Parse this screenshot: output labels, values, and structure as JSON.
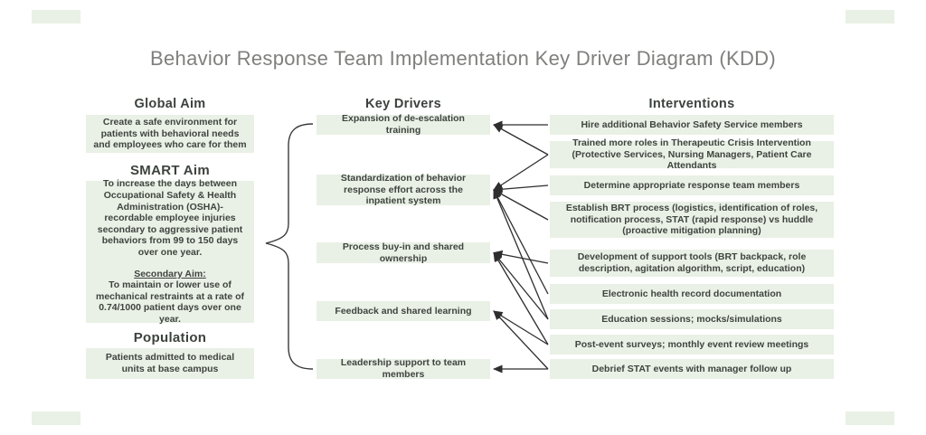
{
  "title": "Behavior Response Team Implementation Key Driver Diagram (KDD)",
  "left_column": {
    "global_aim": {
      "heading": "Global Aim",
      "body": "Create a safe environment for patients with behavioral needs and employees who care for them"
    },
    "smart_aim": {
      "heading": "SMART Aim",
      "body": "To increase the days between Occupational Safety & Health Administration (OSHA)-recordable employee injuries secondary to aggressive patient behaviors from 99 to 150 days over one year.",
      "secondary_heading": "Secondary Aim:",
      "secondary_body": "To maintain or lower use of mechanical restraints at a rate of 0.74/1000 patient days over one year."
    },
    "population": {
      "heading": "Population",
      "body": "Patients admitted to medical units at base campus"
    }
  },
  "key_drivers": {
    "heading": "Key Drivers",
    "items": [
      {
        "id": "d1",
        "label": "Expansion of de-escalation training"
      },
      {
        "id": "d2",
        "label": "Standardization of behavior response effort across the inpatient system"
      },
      {
        "id": "d3",
        "label": "Process buy-in and shared ownership"
      },
      {
        "id": "d4",
        "label": "Feedback and shared learning"
      },
      {
        "id": "d5",
        "label": "Leadership support to team members"
      }
    ]
  },
  "interventions": {
    "heading": "Interventions",
    "items": [
      {
        "id": "i1",
        "label": "Hire additional Behavior Safety Service members"
      },
      {
        "id": "i2",
        "label": "Trained more roles in Therapeutic Crisis Intervention (Protective Services, Nursing Managers, Patient Care Attendants"
      },
      {
        "id": "i3",
        "label": "Determine appropriate response team members"
      },
      {
        "id": "i4",
        "label": "Establish BRT process (logistics, identification of roles, notification process, STAT (rapid response) vs huddle (proactive mitigation planning)"
      },
      {
        "id": "i5",
        "label": "Development of support tools (BRT backpack, role description, agitation algorithm, script, education)"
      },
      {
        "id": "i6",
        "label": "Electronic health record documentation"
      },
      {
        "id": "i7",
        "label": "Education sessions; mocks/simulations"
      },
      {
        "id": "i8",
        "label": "Post-event surveys; monthly event review meetings"
      },
      {
        "id": "i9",
        "label": "Debrief STAT events with manager follow up"
      }
    ]
  },
  "connections": [
    [
      "i1",
      "d1"
    ],
    [
      "i2",
      "d1"
    ],
    [
      "i2",
      "d2"
    ],
    [
      "i3",
      "d2"
    ],
    [
      "i4",
      "d2"
    ],
    [
      "i6",
      "d2"
    ],
    [
      "i7",
      "d2"
    ],
    [
      "i5",
      "d3"
    ],
    [
      "i7",
      "d3"
    ],
    [
      "i8",
      "d3"
    ],
    [
      "i8",
      "d4"
    ],
    [
      "i9",
      "d4"
    ],
    [
      "i9",
      "d5"
    ]
  ],
  "colors": {
    "box_fill": "#e9f0e5",
    "box_text": "#3e443f",
    "line": "#2e2e2e",
    "title_text": "#7f7f7d"
  }
}
